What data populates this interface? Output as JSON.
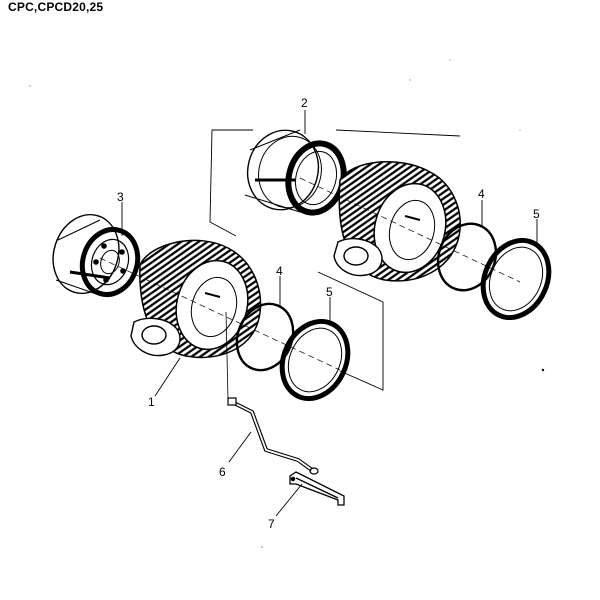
{
  "header": {
    "title": "CPC,CPCD20,25"
  },
  "callouts": {
    "c1": "1",
    "c2": "2",
    "c3": "3",
    "c4a": "4",
    "c4b": "4",
    "c5a": "5",
    "c5b": "5",
    "c6": "6",
    "c7": "7"
  },
  "colors": {
    "ink": "#000000",
    "background": "#ffffff"
  }
}
